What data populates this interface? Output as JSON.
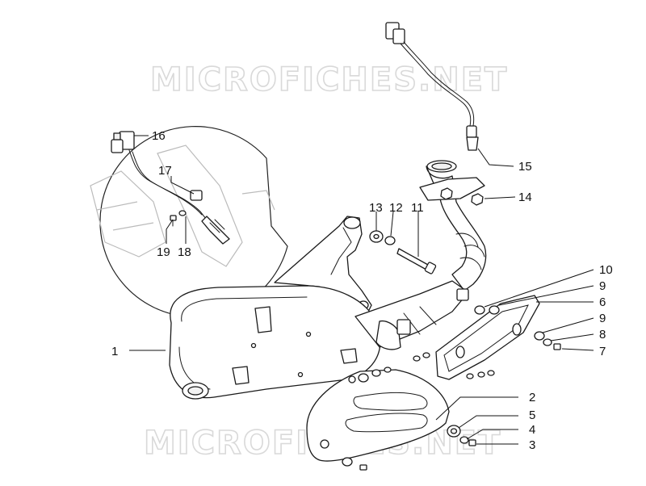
{
  "watermarks": [
    "MICROFICHES.NET",
    "MICROFICHES.NET"
  ],
  "callouts": [
    "1",
    "2",
    "3",
    "4",
    "5",
    "6",
    "7",
    "8",
    "9",
    "9",
    "10",
    "11",
    "12",
    "13",
    "14",
    "15",
    "16",
    "17",
    "18",
    "19"
  ]
}
